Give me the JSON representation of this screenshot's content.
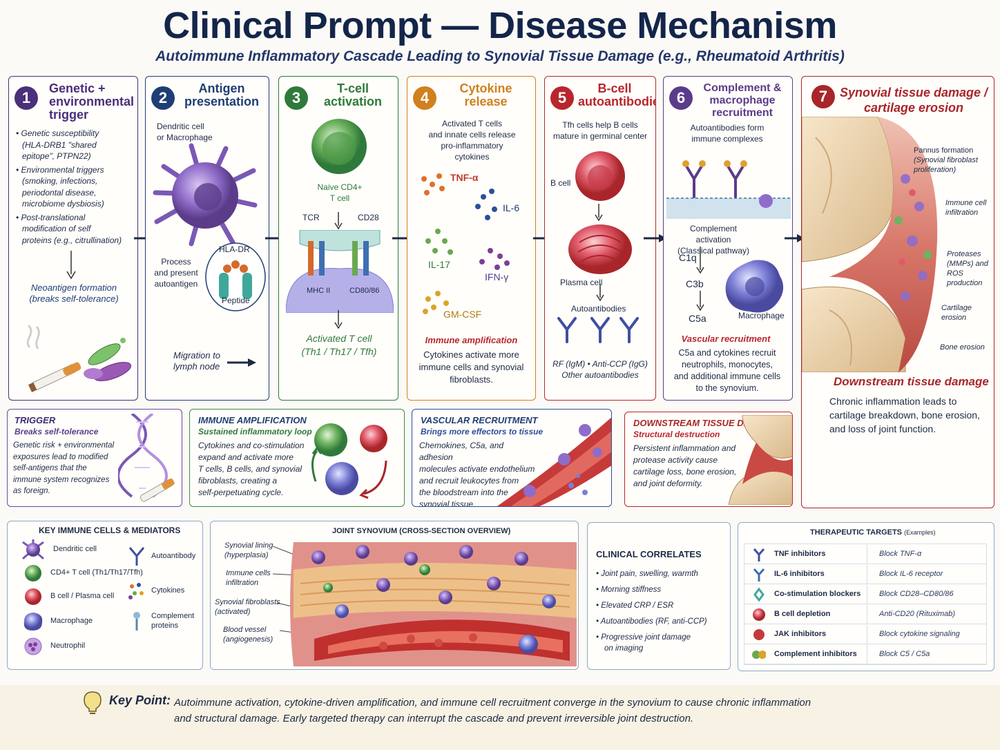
{
  "title": "Clinical Prompt — Disease Mechanism",
  "subtitle": "Autoimmune Inflammatory Cascade Leading to Synovial Tissue Damage (e.g., Rheumatoid Arthritis)",
  "colors": {
    "step1": "#4a2f7a",
    "step2": "#1f3e74",
    "step3": "#2f7a3a",
    "step4": "#d0801e",
    "step5": "#b8262d",
    "step6": "#5b3c8a",
    "step7": "#a8262a"
  },
  "steps": [
    {
      "num": "1",
      "title_lines": [
        "Genetic +",
        "environmental",
        "trigger"
      ],
      "bullets": [
        "• Genetic susceptibility",
        "(HLA-DRB1 \"shared",
        "epitope\", PTPN22)",
        "• Environmental triggers",
        "(smoking, infections,",
        "periodontal disease,",
        "microbiome dysbiosis)",
        "• Post-translational",
        "modification of self",
        "proteins (e.g., citrullination)"
      ],
      "neo": [
        "Neoantigen formation",
        "(breaks self-tolerance)"
      ]
    },
    {
      "num": "2",
      "title_lines": [
        "Antigen",
        "presentation"
      ],
      "cell": [
        "Dendritic cell",
        "or Macrophage"
      ],
      "hla": "HLA-DR",
      "peptide": "Peptide",
      "process": [
        "Process",
        "and present",
        "autoantigen"
      ],
      "migration": [
        "Migration to",
        "lymph node"
      ]
    },
    {
      "num": "3",
      "title_lines": [
        "T-cell",
        "activation"
      ],
      "naive": [
        "Naive CD4+",
        "T cell"
      ],
      "tcr": "TCR",
      "cd28": "CD28",
      "mhc": "MHC II",
      "cd80": "CD80/86",
      "activated": [
        "Activated T cell",
        "(Th1 / Th17 / Tfh)"
      ]
    },
    {
      "num": "4",
      "title_lines": [
        "Cytokine",
        "release"
      ],
      "intro": [
        "Activated T cells",
        "and innate cells release",
        "pro-inflammatory",
        "cytokines"
      ],
      "cytokines": [
        "TNF-α",
        "IL-6",
        "IL-17",
        "IFN-γ",
        "GM-CSF"
      ],
      "amp": "Immune amplification",
      "amp_text": [
        "Cytokines activate more",
        "immune cells and synovial",
        "fibroblasts."
      ]
    },
    {
      "num": "5",
      "title_lines": [
        "B-cell",
        "autoantibodies"
      ],
      "intro": [
        "Tfh cells help B cells",
        "mature in germinal center"
      ],
      "bcell": "B cell",
      "plasma": "Plasma cell",
      "auto": "Autoantibodies",
      "rf": [
        "RF (IgM) • Anti-CCP (IgG)",
        "Other autoantibodies"
      ]
    },
    {
      "num": "6",
      "title_lines": [
        "Complement &",
        "macrophage",
        "recruitment"
      ],
      "intro": [
        "Autoantibodies form",
        "immune complexes"
      ],
      "comp": [
        "Complement activation",
        "(Classical pathway)"
      ],
      "c1q": "C1q",
      "c3b": "C3b",
      "c5a": "C5a",
      "macro": "Macrophage",
      "vr": "Vascular recruitment",
      "vr_text": [
        "C5a and cytokines recruit",
        "neutrophils, monocytes,",
        "and additional immune cells",
        "to the synovium."
      ]
    },
    {
      "num": "7",
      "title_lines": [
        "Synovial tissue damage /",
        "cartilage erosion"
      ],
      "labels": [
        [
          "Pannus formation",
          "(Synovial fibroblast",
          "proliferation)"
        ],
        [
          "Immune cell",
          "infiltration"
        ],
        [
          "Proteases",
          "(MMPs) and",
          "ROS production"
        ],
        [
          "Cartilage",
          "erosion"
        ],
        [
          "Bone erosion"
        ]
      ],
      "down": "Downstream tissue damage",
      "down_text": [
        "Chronic inflammation leads to",
        "cartilage breakdown, bone erosion,",
        "and loss of joint function."
      ]
    }
  ],
  "summary": [
    {
      "head": "TRIGGER",
      "sub": "Breaks self-tolerance",
      "text": [
        "Genetic risk + environmental",
        "exposures lead to modified",
        "self-antigens that the",
        "immune system recognizes",
        "as foreign."
      ]
    },
    {
      "head": "IMMUNE AMPLIFICATION",
      "sub": "Sustained inflammatory loop",
      "text": [
        "Cytokines and co-stimulation",
        "expand and activate more",
        "T cells, B cells, and synovial",
        "fibroblasts, creating a",
        "self-perpetuating cycle."
      ]
    },
    {
      "head": "VASCULAR RECRUITMENT",
      "sub": "Brings more effectors to tissue",
      "text": [
        "Chemokines, C5a, and adhesion",
        "molecules activate endothelium",
        "and recruit leukocytes from",
        "the bloodstream into the",
        "synovial tissue."
      ]
    },
    {
      "head": "DOWNSTREAM TISSUE DAMAGE",
      "sub": "Structural destruction",
      "text": [
        "Persistent inflammation and",
        "protease activity cause",
        "cartilage loss, bone erosion,",
        "and joint deformity."
      ]
    }
  ],
  "legend": {
    "title": "KEY IMMUNE CELLS & MEDIATORS",
    "left": [
      "Dendritic cell",
      "CD4+ T cell (Th1/Th17/Tfh)",
      "B cell / Plasma cell",
      "Macrophage",
      "Neutrophil"
    ],
    "right": [
      "Autoantibody",
      "Cytokines",
      [
        "Complement",
        "proteins"
      ]
    ]
  },
  "synovium": {
    "title": "JOINT SYNOVIUM (CROSS-SECTION OVERVIEW)",
    "labels": [
      [
        "Synovial lining",
        "(hyperplasia)"
      ],
      [
        "Immune cells",
        "infiltration"
      ],
      [
        "Synovial fibroblasts",
        "(activated)"
      ],
      [
        "Blood vessel",
        "(angiogenesis)"
      ]
    ]
  },
  "clinical": {
    "title": "CLINICAL CORRELATES",
    "items": [
      [
        "• Joint pain, swelling, warmth"
      ],
      [
        "• Morning stiffness"
      ],
      [
        "• Elevated CRP / ESR"
      ],
      [
        "• Autoantibodies (RF, anti-CCP)"
      ],
      [
        "• Progressive joint damage",
        "on imaging"
      ]
    ]
  },
  "therapy": {
    "title": "THERAPEUTIC TARGETS",
    "title_small": "(Examples)",
    "rows": [
      {
        "name": "TNF inhibitors",
        "desc": "Block TNF-α"
      },
      {
        "name": "IL-6 inhibitors",
        "desc": "Block IL-6 receptor"
      },
      {
        "name": "Co-stimulation blockers",
        "desc": "Block CD28–CD80/86"
      },
      {
        "name": "B cell depletion",
        "desc": "Anti-CD20 (Rituximab)"
      },
      {
        "name": "JAK inhibitors",
        "desc": "Block cytokine signaling"
      },
      {
        "name": "Complement inhibitors",
        "desc": "Block C5 / C5a"
      }
    ]
  },
  "keypoint": {
    "label": "Key Point:",
    "lines": [
      "Autoimmune activation, cytokine-driven amplification, and immune cell recruitment converge in the synovium to cause chronic inflammation",
      "and structural damage. Early targeted therapy can interrupt the cascade and prevent irreversible joint destruction."
    ]
  }
}
